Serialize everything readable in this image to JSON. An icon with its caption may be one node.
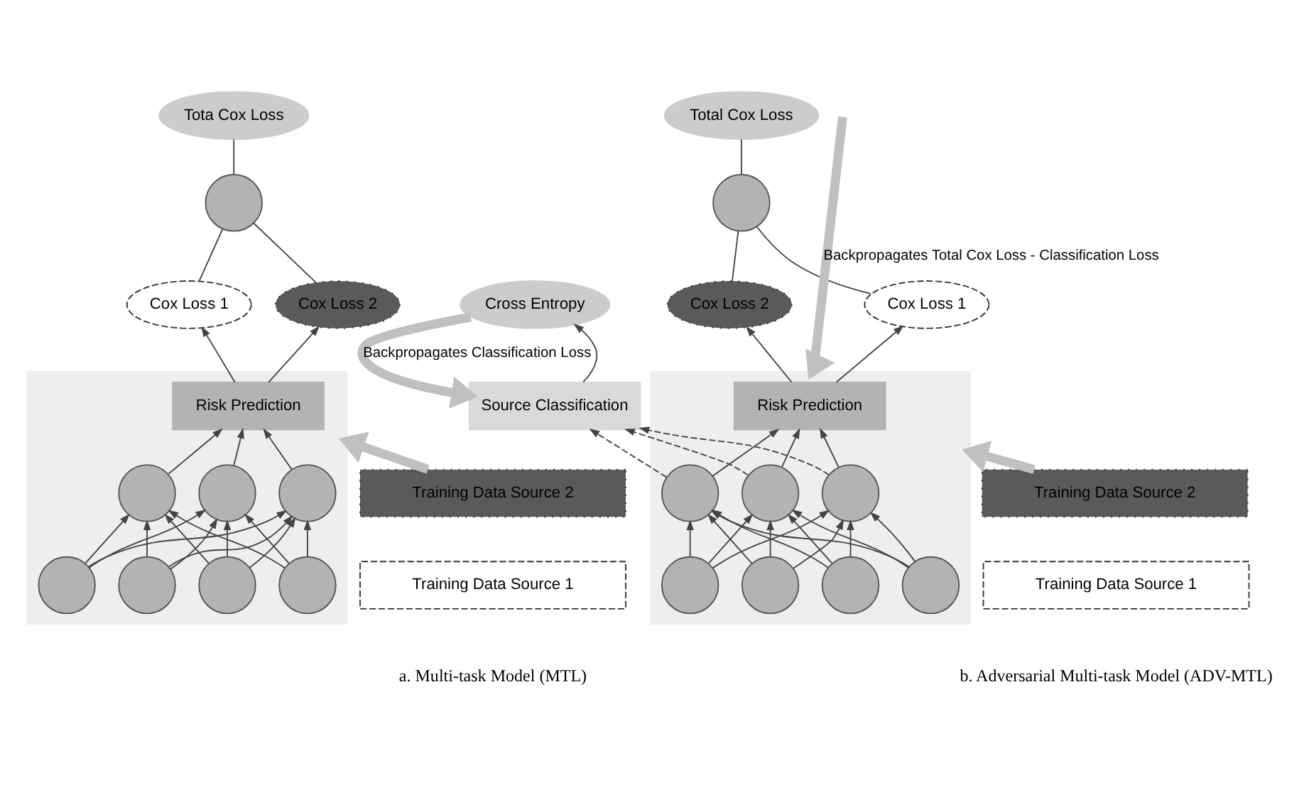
{
  "diagram": {
    "nodes": [
      {
        "text": [
          "Tota Cox Loss"
        ]
      },
      {
        "text": [],
        "shape": "circle"
      },
      {
        "text": [
          "Cox Loss 1"
        ]
      },
      {
        "text": [
          "Cox Loss 2"
        ]
      },
      {
        "text": [],
        "shape": "trapezoid"
      },
      {
        "text": [
          "Risk Prediction"
        ],
        "in": 4
      },
      {
        "text": [],
        "shape": "circle",
        "in": 4
      },
      {
        "text": [],
        "shape": "circle",
        "in": 4
      },
      {
        "text": [],
        "shape": "circle",
        "in": 4
      },
      {
        "text": [],
        "shape": "circle",
        "in": 4
      },
      {
        "text": [],
        "shape": "circle",
        "in": 4
      },
      {
        "text": [],
        "shape": "circle",
        "in": 4
      },
      {
        "text": [],
        "shape": "circle",
        "in": 4
      },
      {
        "text": [
          "Training Data Source 2"
        ]
      },
      {
        "text": [
          "Training Data Source 1"
        ]
      },
      {
        "text": [
          "Total Cox Loss"
        ]
      },
      {
        "text": [],
        "shape": "circle"
      },
      {
        "text": [
          "Cox Loss 1"
        ]
      },
      {
        "text": [
          "Cox Loss 2"
        ]
      },
      {
        "text": [
          "Cross Entropy"
        ]
      },
      {
        "text": [],
        "shape": "trapezoid"
      },
      {
        "text": [
          "Risk Prediction"
        ],
        "in": 20
      },
      {
        "text": [],
        "shape": "circle",
        "in": 20
      },
      {
        "text": [],
        "shape": "circle",
        "in": 20
      },
      {
        "text": [],
        "shape": "circle",
        "in": 20
      },
      {
        "text": [],
        "shape": "circle",
        "in": 20
      },
      {
        "text": [],
        "shape": "circle",
        "in": 20
      },
      {
        "text": [],
        "shape": "circle",
        "in": 20
      },
      {
        "text": [],
        "shape": "circle",
        "in": 20
      },
      {
        "text": [
          "Source Classification"
        ]
      },
      {
        "text": [
          "Training Data Source 2"
        ]
      },
      {
        "text": [
          "Training Data Source 1"
        ]
      }
    ],
    "edges": [
      {
        "from": 1,
        "to": 0,
        "arrow": "none"
      },
      {
        "from": 2,
        "to": 1,
        "arrow": "none"
      },
      {
        "from": 3,
        "to": 1,
        "arrow": "none"
      },
      {
        "from": 5,
        "to": 2,
        "arrow": "to"
      },
      {
        "from": 5,
        "to": 3,
        "arrow": "to"
      },
      {
        "from": 6,
        "to": 5,
        "arrow": "to"
      },
      {
        "from": 7,
        "to": 5,
        "arrow": "to"
      },
      {
        "from": 8,
        "to": 5,
        "arrow": "to"
      },
      {
        "from": 9,
        "to": 6,
        "arrow": "to"
      },
      {
        "from": 9,
        "to": 7,
        "arrow": "to"
      },
      {
        "from": 9,
        "to": 8,
        "arrow": "to"
      },
      {
        "from": 10,
        "to": 6,
        "arrow": "to"
      },
      {
        "from": 10,
        "to": 7,
        "arrow": "to"
      },
      {
        "from": 10,
        "to": 8,
        "arrow": "to"
      },
      {
        "from": 11,
        "to": 6,
        "arrow": "to"
      },
      {
        "from": 11,
        "to": 7,
        "arrow": "to"
      },
      {
        "from": 11,
        "to": 8,
        "arrow": "to"
      },
      {
        "from": 12,
        "to": 6,
        "arrow": "to"
      },
      {
        "from": 12,
        "to": 7,
        "arrow": "to"
      },
      {
        "from": 12,
        "to": 8,
        "arrow": "to"
      },
      {
        "from": 13,
        "to": 4,
        "arrow": "to",
        "style": "thick",
        "color": "#c0c0c0"
      },
      {
        "from": 16,
        "to": 15,
        "arrow": "none"
      },
      {
        "from": 17,
        "to": 16,
        "arrow": "none"
      },
      {
        "from": 18,
        "to": 16,
        "arrow": "none"
      },
      {
        "from": 21,
        "to": 17,
        "arrow": "to"
      },
      {
        "from": 21,
        "to": 18,
        "arrow": "to"
      },
      {
        "from": 22,
        "to": 21,
        "arrow": "to"
      },
      {
        "from": 23,
        "to": 21,
        "arrow": "to"
      },
      {
        "from": 24,
        "to": 21,
        "arrow": "to"
      },
      {
        "from": 25,
        "to": 22,
        "arrow": "to"
      },
      {
        "from": 25,
        "to": 23,
        "arrow": "to"
      },
      {
        "from": 25,
        "to": 24,
        "arrow": "to"
      },
      {
        "from": 26,
        "to": 22,
        "arrow": "to"
      },
      {
        "from": 26,
        "to": 23,
        "arrow": "to"
      },
      {
        "from": 26,
        "to": 24,
        "arrow": "to"
      },
      {
        "from": 27,
        "to": 22,
        "arrow": "to"
      },
      {
        "from": 27,
        "to": 23,
        "arrow": "to"
      },
      {
        "from": 27,
        "to": 24,
        "arrow": "to"
      },
      {
        "from": 28,
        "to": 22,
        "arrow": "to"
      },
      {
        "from": 28,
        "to": 23,
        "arrow": "to"
      },
      {
        "from": 28,
        "to": 24,
        "arrow": "to"
      },
      {
        "from": 22,
        "to": 29,
        "arrow": "to",
        "style": "dashed"
      },
      {
        "from": 23,
        "to": 29,
        "arrow": "to",
        "style": "dashed"
      },
      {
        "from": 24,
        "to": 29,
        "arrow": "to",
        "style": "dashed"
      },
      {
        "from": 29,
        "to": 19,
        "arrow": "to"
      },
      {
        "from": 19,
        "to": 29,
        "arrow": "to",
        "style": "thick",
        "color": "#c0c0c0",
        "label": "Backpropagates Classification Loss"
      },
      {
        "from": null,
        "to": 20,
        "arrow": "to",
        "style": "thick",
        "color": "#c0c0c0",
        "label": "Backpropagates Total Cox Loss - Classification Loss"
      },
      {
        "from": 30,
        "to": 20,
        "arrow": "to",
        "style": "thick",
        "color": "#c0c0c0"
      }
    ],
    "labels": [
      "a. Multi-task Model (MTL)",
      "b. Adversarial Multi-task Model (ADV-MTL)"
    ]
  }
}
